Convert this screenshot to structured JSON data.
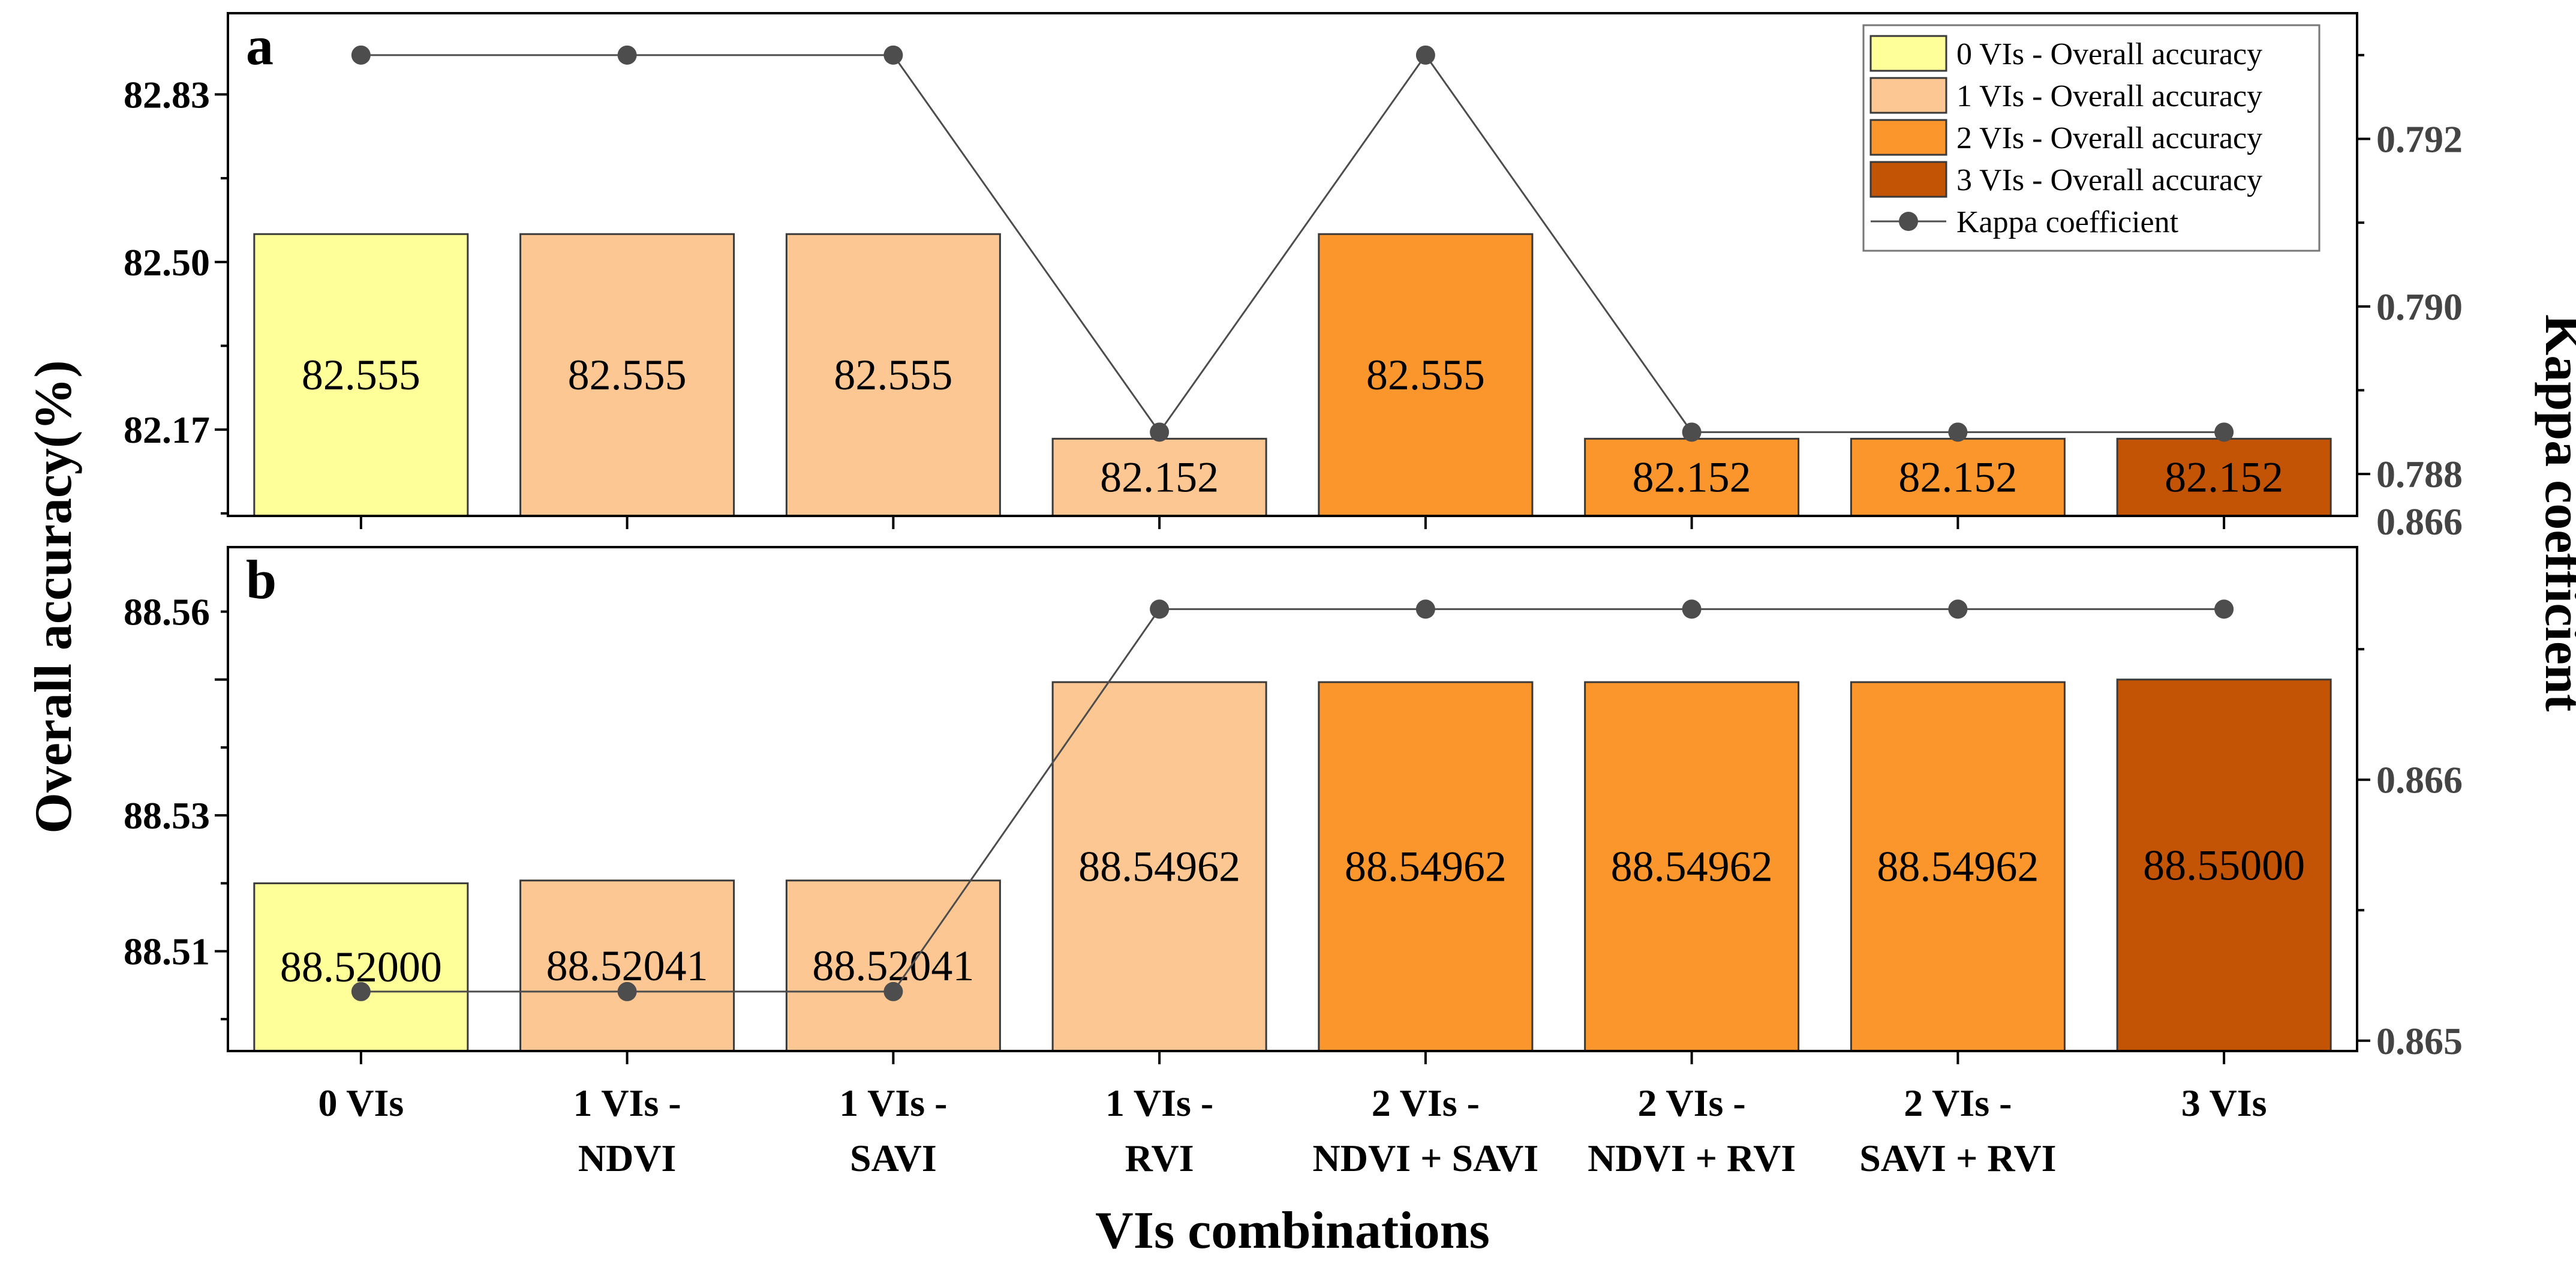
{
  "chart_data": [
    {
      "type": "bar",
      "panel_label": "a",
      "categories": [
        "0 VIs",
        "1 VIs - NDVI",
        "1 VIs - SAVI",
        "1 VIs - RVI",
        "2 VIs - NDVI + SAVI",
        "2 VIs - NDVI + RVI",
        "2 VIs - SAVI + RVI",
        "3 VIs"
      ],
      "category_lines": [
        [
          "0 VIs"
        ],
        [
          "1 VIs -",
          "NDVI"
        ],
        [
          "1 VIs -",
          "SAVI"
        ],
        [
          "1 VIs -",
          "RVI"
        ],
        [
          "2 VIs -",
          "NDVI + SAVI"
        ],
        [
          "2 VIs -",
          "NDVI + RVI"
        ],
        [
          "2 VIs -",
          "SAVI + RVI"
        ],
        [
          "3 VIs"
        ]
      ],
      "groups": [
        0,
        1,
        1,
        1,
        2,
        2,
        2,
        3
      ],
      "series": [
        {
          "name": "Overall accuracy",
          "axis": "left",
          "values": [
            82.555,
            82.555,
            82.555,
            82.152,
            82.555,
            82.152,
            82.152,
            82.152
          ]
        },
        {
          "name": "Kappa coefficient",
          "axis": "right",
          "type": "line",
          "values": [
            0.793,
            0.793,
            0.793,
            0.7885,
            0.793,
            0.7885,
            0.7885,
            0.7885
          ]
        }
      ],
      "bar_labels": [
        "82.555",
        "82.555",
        "82.555",
        "82.152",
        "82.555",
        "82.152",
        "82.152",
        "82.152"
      ],
      "ylim": [
        82.0,
        82.99
      ],
      "yticks": [
        82.17,
        82.5,
        82.83
      ],
      "ytick_labels": [
        "82.17",
        "82.50",
        "82.83"
      ],
      "y2lim": [
        0.7875,
        0.7935
      ],
      "y2ticks": [
        0.788,
        0.79,
        0.792
      ],
      "y2tick_labels": [
        "0.788",
        "0.790",
        "0.792"
      ]
    },
    {
      "type": "bar",
      "panel_label": "b",
      "categories": [
        "0 VIs",
        "1 VIs - NDVI",
        "1 VIs - SAVI",
        "1 VIs - RVI",
        "2 VIs - NDVI + SAVI",
        "2 VIs - NDVI + RVI",
        "2 VIs - SAVI + RVI",
        "3 VIs"
      ],
      "groups": [
        0,
        1,
        1,
        1,
        2,
        2,
        2,
        3
      ],
      "series": [
        {
          "name": "Overall accuracy",
          "axis": "left",
          "values": [
            88.52,
            88.52041,
            88.52041,
            88.54962,
            88.54962,
            88.54962,
            88.54962,
            88.55
          ]
        },
        {
          "name": "Kappa coefficient",
          "axis": "right",
          "type": "line",
          "values": [
            0.86523,
            0.86523,
            0.86523,
            0.86671,
            0.86671,
            0.86671,
            0.86671,
            0.86671
          ]
        }
      ],
      "bar_labels": [
        "88.52000",
        "88.52041",
        "88.52041",
        "88.54962",
        "88.54962",
        "88.54962",
        "88.54962",
        "88.55000"
      ],
      "ylim": [
        88.4953,
        88.5695
      ],
      "yticks": [
        88.51,
        88.53,
        88.56
      ],
      "ytick_labels": [
        "88.51",
        "88.53",
        "88.56"
      ],
      "y2lim": [
        0.865,
        0.86695
      ],
      "y2ticks": [
        0.86504,
        0.86605,
        0.86705
      ],
      "y2tick_labels": [
        "0.865",
        "0.866",
        "0.866"
      ]
    }
  ],
  "legend": {
    "placement": "top-right",
    "items": [
      {
        "label": "0 VIs - Overall accuracy",
        "group": 0
      },
      {
        "label": "1 VIs - Overall accuracy",
        "group": 1
      },
      {
        "label": "2 VIs - Overall accuracy",
        "group": 2
      },
      {
        "label": "3 VIs - Overall accuracy",
        "group": 3
      },
      {
        "label": "Kappa coefficient",
        "kind": "line"
      }
    ]
  },
  "xlabel": "VIs combinations",
  "ylabel_left": "Overall accuracy(%)",
  "ylabel_right": "Kappa coefficient",
  "colors": {
    "group_0": "#ffff99",
    "group_1": "#fdc793",
    "group_2": "#fb962d",
    "group_3": "#c35406",
    "bar_stroke": "#3a3a3a",
    "line": "#4d4d4d",
    "axis": "#000000",
    "right_tick_text": "#444444"
  }
}
